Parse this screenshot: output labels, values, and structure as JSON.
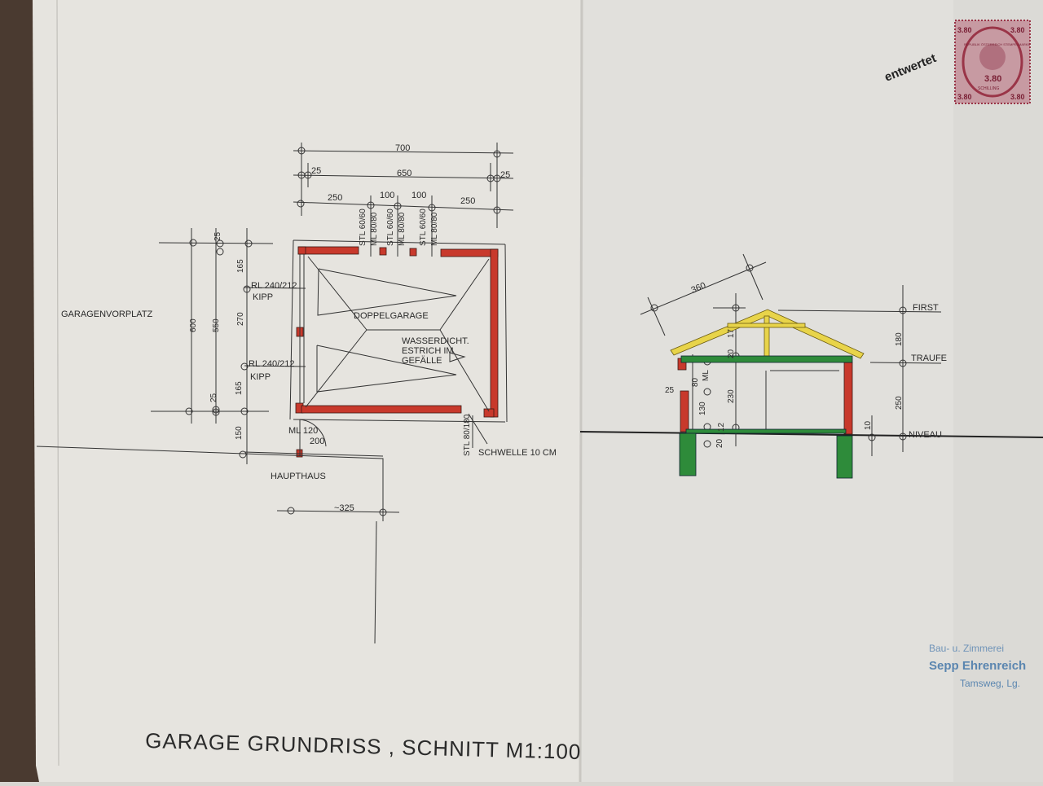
{
  "title": "GARAGE GRUNDRISS , SCHNITT M1:100",
  "plan": {
    "room_label": "DOPPELGARAGE",
    "floor_note": [
      "WASSERDICHT.",
      "ESTRICH IM",
      "GEFÄLLE"
    ],
    "forecourt_label": "GARAGENVORPLATZ",
    "main_house_label": "HAUPTHAUS",
    "dims_top": [
      "700",
      "650",
      "25",
      "25",
      "250",
      "100",
      "100",
      "250"
    ],
    "dims_left": [
      "600",
      "550",
      "25",
      "25",
      "165",
      "270",
      "165",
      "150"
    ],
    "dim_bottom": "~325",
    "openings_top": [
      "STL 60/60",
      "ML 80/80",
      "STL 60/60",
      "ML 80/80",
      "STL 60/60",
      "ML 80/80"
    ],
    "windows_left": [
      {
        "label": "RL 240/212",
        "sub": "KIPP"
      },
      {
        "label": "RL 240/212",
        "sub": "KIPP"
      }
    ],
    "door_label": "ML 120",
    "door_sub": "200",
    "side_door_label": "STL 80/180",
    "threshold_label": "SCHWELLE 10 CM"
  },
  "section": {
    "dim_roof": "360",
    "levels": [
      "FIRST",
      "TRAUFE",
      "NIVEAU"
    ],
    "level_dims": [
      "180",
      "250"
    ],
    "inner_dims": [
      "17",
      "20",
      "230",
      "12",
      "20",
      "80",
      "130",
      "25",
      "10"
    ],
    "window_label": "ML"
  },
  "stamp": {
    "value": "3.80",
    "currency": "SCHILLING",
    "text": "REPUBLIK ÖSTERREICH STEMPELMARKE",
    "overprint": "entwertet"
  },
  "company_stamp": [
    "Bau- u. Zimmerei",
    "Sepp Ehrenreich",
    "Tamsweg, Lg."
  ],
  "colors": {
    "wall": "#c8392c",
    "beam": "#2e8b3a",
    "roof": "#e8d44a",
    "ink": "#2a2a2a",
    "stamp": "#9a3548",
    "company": "#5b86b0"
  }
}
